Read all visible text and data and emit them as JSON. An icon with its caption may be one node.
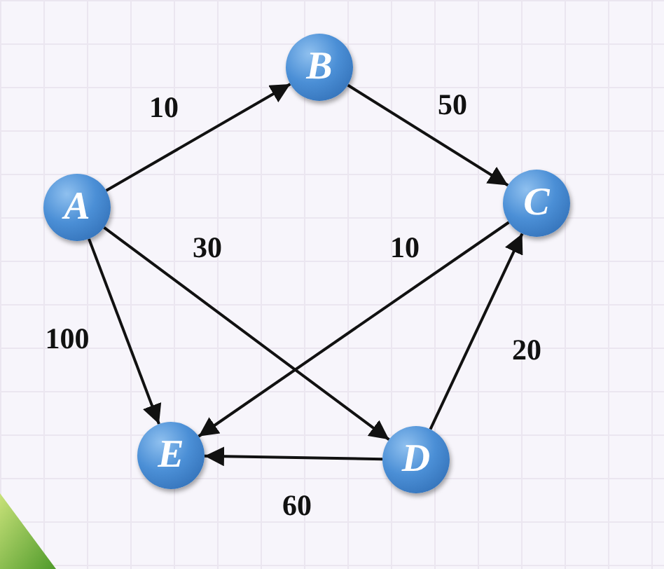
{
  "diagram": {
    "nodes": [
      {
        "text": [
          "A"
        ]
      },
      {
        "text": [
          "B"
        ]
      },
      {
        "text": [
          "C"
        ]
      },
      {
        "text": [
          "D"
        ]
      },
      {
        "text": [
          "E"
        ]
      }
    ],
    "edges": [
      {
        "from": 0,
        "to": 1,
        "arrow": "to",
        "label": "10"
      },
      {
        "from": 1,
        "to": 2,
        "arrow": "to",
        "label": "50"
      },
      {
        "from": 0,
        "to": 4,
        "arrow": "to",
        "label": "100"
      },
      {
        "from": 0,
        "to": 3,
        "arrow": "to",
        "label": "30"
      },
      {
        "from": 2,
        "to": 4,
        "arrow": "to",
        "label": "10"
      },
      {
        "from": 3,
        "to": 2,
        "arrow": "to",
        "label": "20"
      },
      {
        "from": 3,
        "to": 4,
        "arrow": "to",
        "label": "60"
      }
    ]
  }
}
